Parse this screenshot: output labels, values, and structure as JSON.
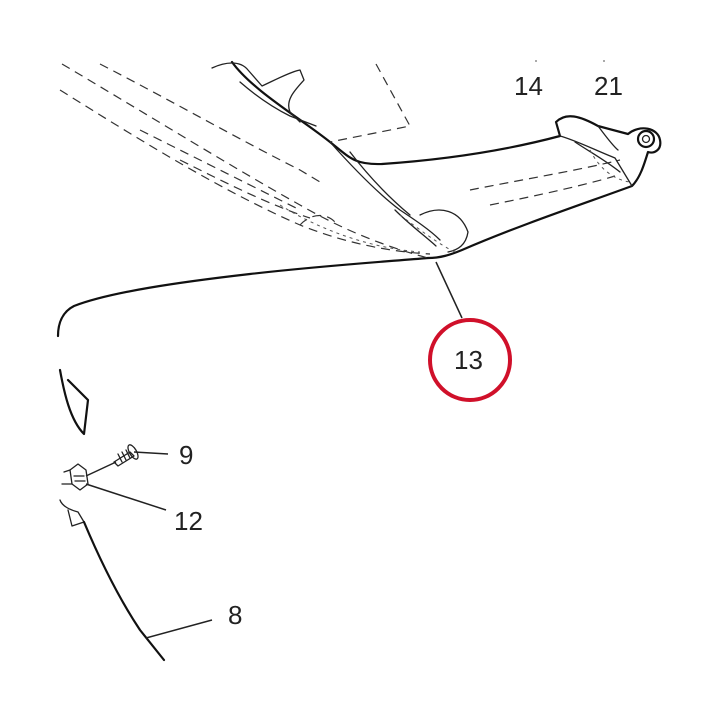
{
  "diagram": {
    "callouts": [
      {
        "id": "callout-14",
        "label": "14"
      },
      {
        "id": "callout-21",
        "label": "21"
      },
      {
        "id": "callout-13",
        "label": "13"
      },
      {
        "id": "callout-9",
        "label": "9"
      },
      {
        "id": "callout-12",
        "label": "12"
      },
      {
        "id": "callout-8",
        "label": "8"
      }
    ],
    "highlight": {
      "callout": "13",
      "color": "#d0102a"
    }
  }
}
